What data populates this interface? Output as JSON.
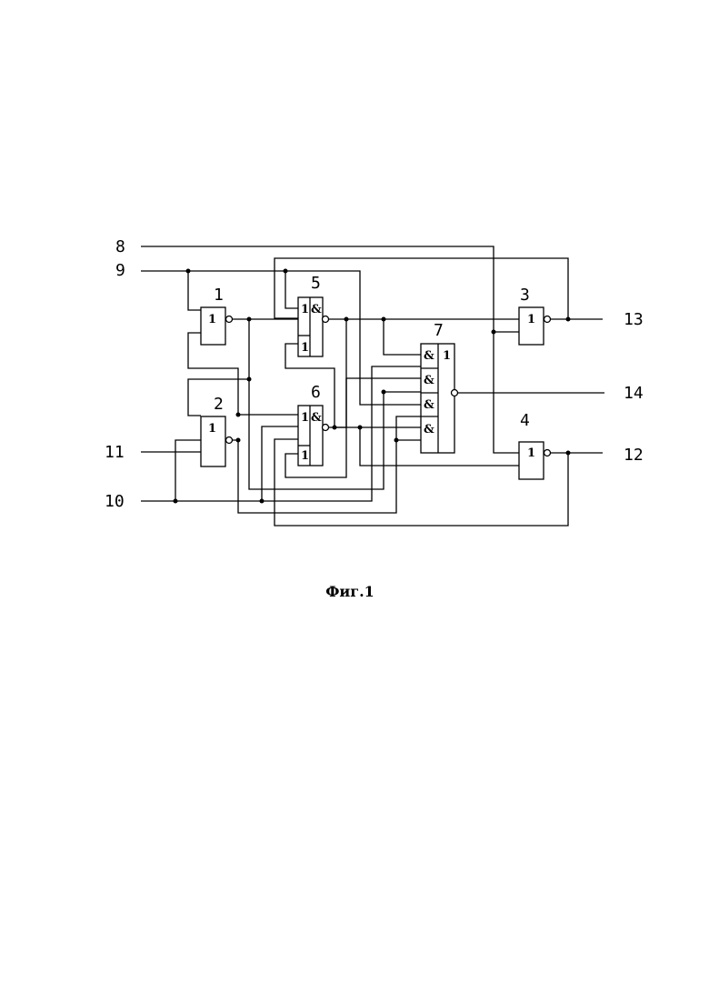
{
  "terminals": {
    "t8": "8",
    "t9": "9",
    "t10": "10",
    "t11": "11",
    "t12": "12",
    "t13": "13",
    "t14": "14"
  },
  "elements": {
    "e1": "1",
    "e2": "2",
    "e3": "3",
    "e4": "4",
    "e5": "5",
    "e6": "6",
    "e7": "7"
  },
  "symbols": {
    "or": "1",
    "and": "&"
  },
  "caption": "Фиг.1"
}
